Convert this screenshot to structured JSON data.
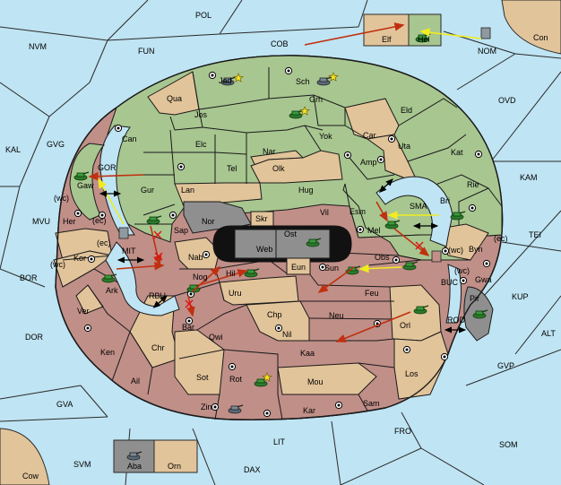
{
  "colors": {
    "sea": "#bfe4f3",
    "green": "#a8c690",
    "tan": "#e2c49a",
    "red": "#c08f88",
    "gray": "#8f8f8f",
    "black": "#111111",
    "coast": "#3a3a3a",
    "order_move": "#c03010",
    "order_support": "#f0ec20",
    "order_cut": "#e01010"
  },
  "labels": {
    "POL": "POL",
    "NVM": "NVM",
    "FUN": "FUN",
    "COB": "COB",
    "Con": "Con",
    "NOM": "NOM",
    "OVD": "OVD",
    "KAL": "KAL",
    "GVG": "GVG",
    "KAM": "KAM",
    "MVU": "MVU",
    "TEI": "TEI",
    "BOR": "BOR",
    "KUP": "KUP",
    "DOR": "DOR",
    "ALT": "ALT",
    "GVP": "GVP",
    "GVA": "GVA",
    "FRO": "FRO",
    "SOM": "SOM",
    "LIT": "LIT",
    "SVM": "SVM",
    "DAX": "DAX",
    "Cow": "Cow",
    "Elf": "Elf",
    "Hel": "Hel",
    "Aba": "Aba",
    "Orn": "Orn",
    "Jad": "Jad",
    "Sch": "Sch",
    "Qua": "Qua",
    "Jos": "Jos",
    "Grh": "Grh",
    "Eld": "Eld",
    "Can": "Can",
    "Yok": "Yok",
    "Car": "Car",
    "Uta": "Uta",
    "Elc": "Elc",
    "Nar": "Nar",
    "Kat": "Kat",
    "Tel": "Tel",
    "Olk": "Olk",
    "Amp": "Amp",
    "GOR": "GOR",
    "Gaw": "Gaw",
    "Gur": "Gur",
    "Lan": "Lan",
    "Hug": "Hug",
    "Rie": "Rie",
    "SMA": "SMA",
    "Bri": "Bri",
    "Esm": "Esm",
    "Vil": "Vil",
    "Nor": "Nor",
    "Skr": "Skr",
    "Ost": "Ost",
    "Web": "Web",
    "Her": "Her",
    "Sap": "Sap",
    "Mel": "Mel",
    "Byn": "Byn",
    "MIT": "MIT",
    "Kor": "Kor",
    "Nab": "Nab",
    "Eun": "Eun",
    "Sun": "Sun",
    "Obs": "Obs",
    "BUC": "BUC",
    "Gwa": "Gwa",
    "Ark": "Ark",
    "Nog": "Nog",
    "Hil": "Hil",
    "Feu": "Feu",
    "RBU": "RBU",
    "Uru": "Uru",
    "Pir": "Pir",
    "Ver": "Ver",
    "Chp": "Chp",
    "Neu": "Neu",
    "Orl": "Orl",
    "ROD": "ROD",
    "Bar": "Bar",
    "Qwi": "Qwi",
    "Nil": "Nil",
    "Ken": "Ken",
    "Chr": "Chr",
    "Kaa": "Kaa",
    "Los": "Los",
    "Ail": "Ail",
    "Sot": "Sot",
    "Rot": "Rot",
    "Mou": "Mou",
    "Zin": "Zin",
    "Kar": "Kar",
    "Sam": "Sam"
  },
  "coast_tags": {
    "wc1": "(wc)",
    "ec1": "(ec)",
    "ec2": "(ec)",
    "wc2": "(wc)",
    "wc3": "(wc)",
    "ec3": "(ec)",
    "wc4": "(wc)"
  }
}
